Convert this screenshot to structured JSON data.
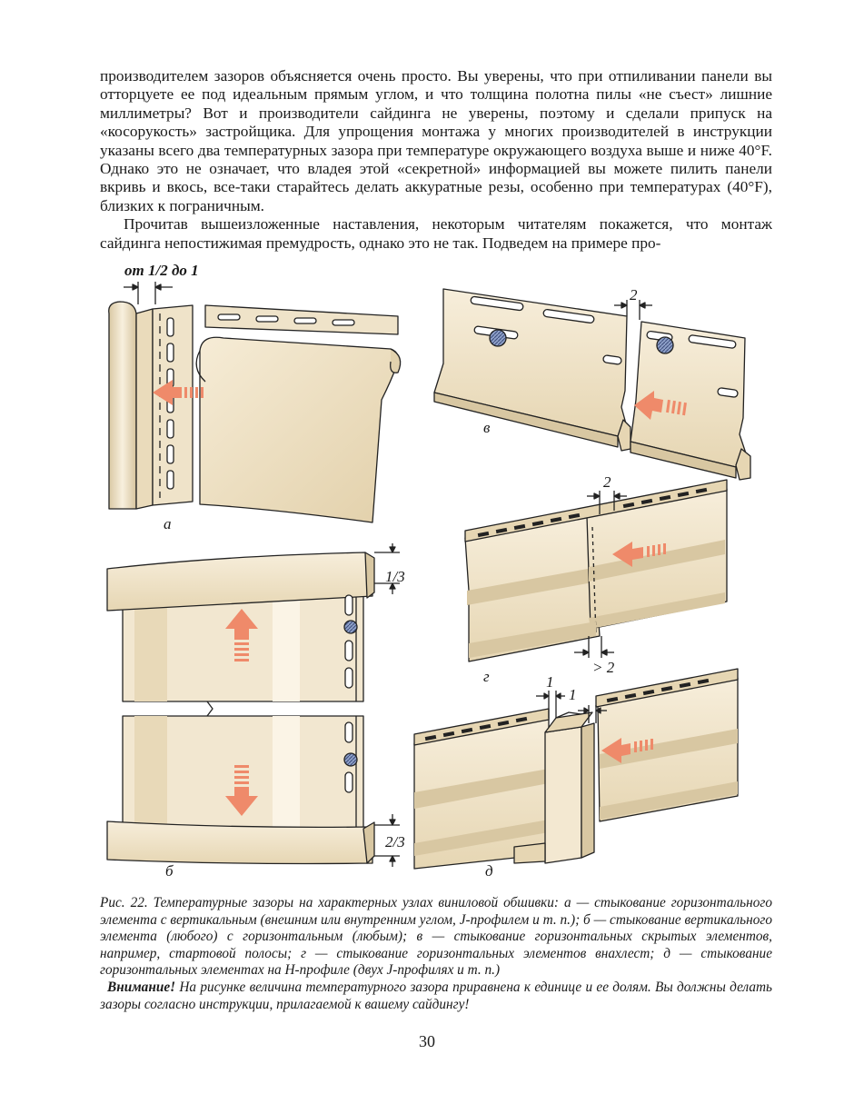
{
  "body": {
    "paragraph_1": "производителем зазоров объясняется очень просто. Вы уверены, что при отпиливании панели вы отторцуете ее под идеальным прямым углом, и что толщина полотна пилы «не съест» лишние миллиметры? Вот и производители сайдинга не уверены, поэтому и сделали припуск на «косорукость» застройщика. Для упрощения монтажа у многих производителей в инструкции указаны всего два температурных зазора при температуре окружающего воздуха выше и ниже 40°F. Однако это не означает, что владея этой «секретной» информацией вы можете пилить панели вкривь и вкось, все-таки старайтесь делать аккуратные резы, особенно при температурах (40°F), близких к пограничным.",
    "paragraph_2": "Прочитав вышеизложенные наставления, некоторым читателям покажется, что монтаж сайдинга непостижимая премудрость, однако это не так. Подведем на примере про-"
  },
  "figure": {
    "label_a": "а",
    "label_b": "б",
    "label_v": "в",
    "label_g": "г",
    "label_d": "д",
    "dim_a": "от 1/2 до 1",
    "dim_b_top": "1/3",
    "dim_b_bottom": "2/3",
    "dim_v": "2",
    "dim_g_top": "2",
    "dim_g_bottom": "> 2",
    "dim_d_left": "1",
    "dim_d_right": "1"
  },
  "caption": {
    "text": "Рис. 22. Температурные зазоры на характерных узлах виниловой обшивки: а — стыкование горизонтального элемента с вертикальным (внешним или внутренним углом, J-профилем и т. п.); б — стыкование вертикального элемента (любого) с горизонтальным (любым); в — стыкование горизонтальных скрытых элементов, например, стартовой полосы; г — стыкование горизонтальных элементов внахлест; д — стыкование горизонтальных элементах на Н-профиле (двух J-профилях и т. п.)",
    "warning_label": "Внимание!",
    "warning_text": " На рисунке величина температурного зазора приравнена к единице и ее долям. Вы должны делать зазоры согласно инструкции, прилагаемой к вашему сайдингу!"
  },
  "page_number": "30",
  "colors": {
    "panel": "#efe3c9",
    "panel_light": "#f7eedb",
    "panel_shadow": "#d8c7a2",
    "outline": "#222222",
    "arrow": "#ef8a6a"
  }
}
